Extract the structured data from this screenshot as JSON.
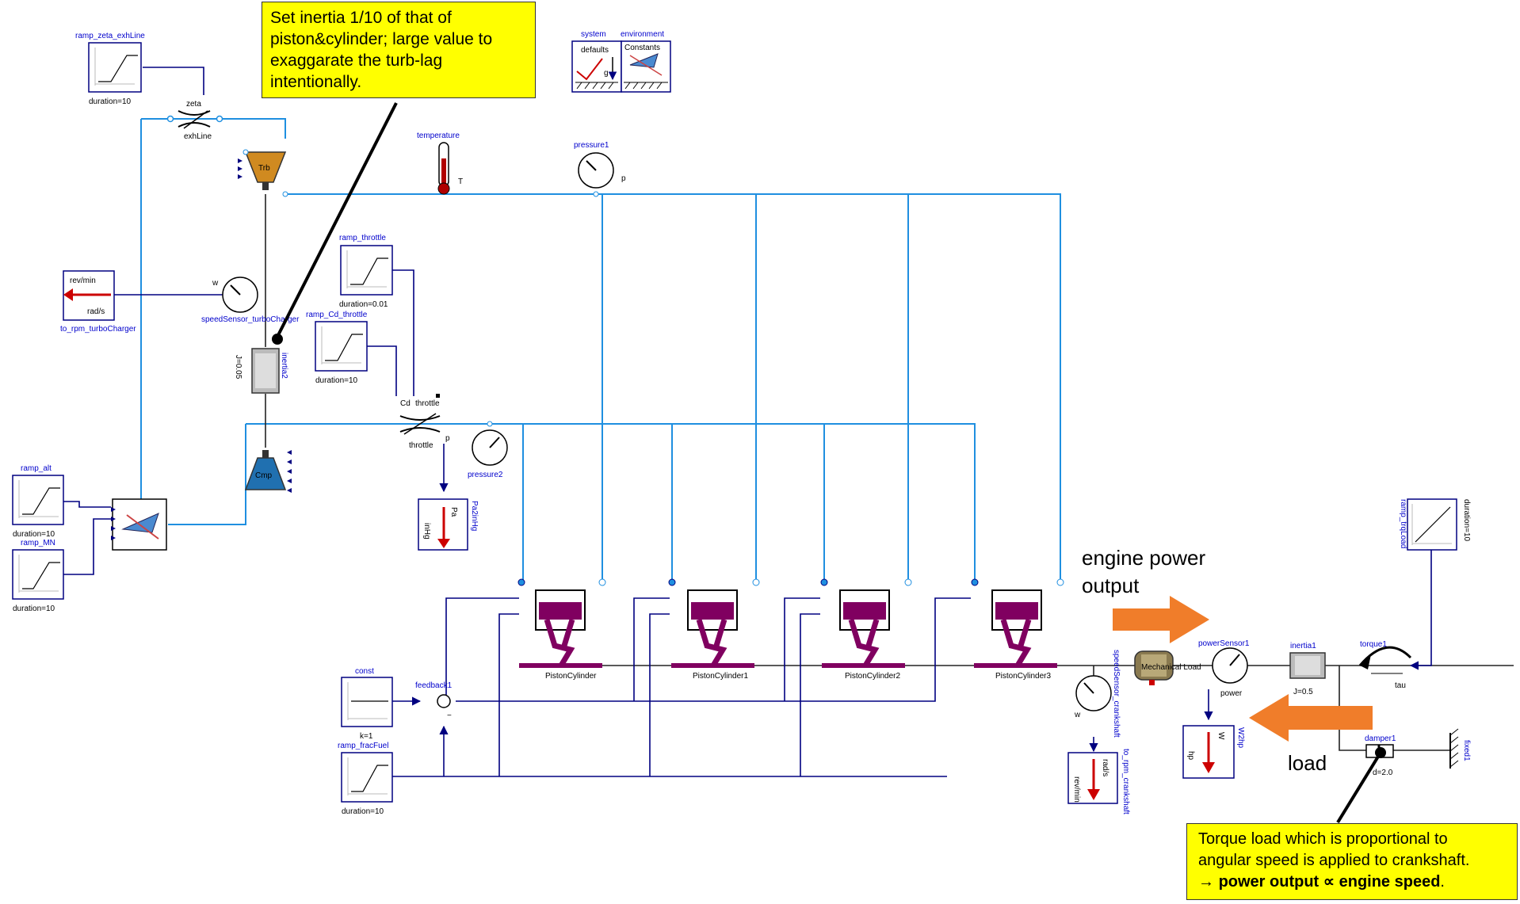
{
  "notes": {
    "inertia": [
      "Set inertia 1/10 of that of",
      "piston&cylinder; large value to",
      "exaggarate the turb-lag",
      "intentionally."
    ],
    "torque_load": {
      "line1": "Torque load which is proportional to",
      "line2": "angular speed is applied to crankshaft.",
      "line3_prefix": "→ ",
      "line3_bold": "power output ∝ engine speed",
      "line3_suffix": "."
    }
  },
  "annotations": {
    "engine_power_1": "engine power",
    "engine_power_2": "output",
    "load": "load"
  },
  "components": {
    "ramp_zeta_exhLine": {
      "name": "ramp_zeta_exhLine",
      "param": "duration=10"
    },
    "zeta_label": "zeta",
    "exhLine_label": "exhLine",
    "system": "system",
    "system_inner": "defaults",
    "system_g": "g",
    "environment": "environment",
    "environment_inner": "Constants",
    "trb_label": "Trb",
    "temperature": "temperature",
    "temperature_port": "T",
    "pressure1": "pressure1",
    "pressure1_port": "p",
    "to_rpm_turbo": {
      "name": "to_rpm_turboCharger",
      "top": "rev/min",
      "bottom": "rad/s"
    },
    "speedSensor_turbo": {
      "name": "speedSensor_turboCharger",
      "port": "w"
    },
    "ramp_throttle": {
      "name": "ramp_throttle",
      "param": "duration=0.01"
    },
    "ramp_Cd_throttle": {
      "name": "ramp_Cd_throttle",
      "param": "duration=10"
    },
    "inertia2": {
      "name": "inertia2",
      "param": "J=0.05"
    },
    "throttle": {
      "name": "throttle",
      "cd": "Cd",
      "thr": "throttle"
    },
    "pressure2": {
      "name": "pressure2",
      "port": "p"
    },
    "cmp_label": "Cmp",
    "pa2inhg": {
      "name": "Pa2inHg",
      "top": "Pa",
      "bottom": "inHg"
    },
    "ramp_alt": {
      "name": "ramp_alt",
      "param": "duration=10"
    },
    "ramp_MN": {
      "name": "ramp_MN",
      "param": "duration=10"
    },
    "pistons": [
      "PistonCylinder",
      "PistonCylinder1",
      "PistonCylinder2",
      "PistonCylinder3"
    ],
    "const": {
      "name": "const",
      "param": "k=1"
    },
    "feedback1": "feedback1",
    "feedback_minus": "−",
    "ramp_fracFuel": {
      "name": "ramp_fracFuel",
      "param": "duration=10"
    },
    "speedSensor_crank": {
      "name": "speedSensor_crankshaft",
      "port": "w"
    },
    "to_rpm_crank": {
      "name": "to_rpm_crankshaft",
      "top": "rad/s",
      "bottom": "rev/min"
    },
    "mech_load": {
      "name": "mechanicalLoad",
      "text": "Mechanical Load"
    },
    "powerSensor1": {
      "name": "powerSensor1",
      "port": "power"
    },
    "W2hp": {
      "name": "W2hp",
      "top": "W",
      "bottom": "hp"
    },
    "inertia1": {
      "name": "inertia1",
      "param": "J=0.5"
    },
    "torque1": {
      "name": "torque1",
      "port": "tau"
    },
    "ramp_trqLoad": {
      "name": "ramp_trqLoad",
      "param": "duration=10"
    },
    "damper1": {
      "name": "damper1",
      "param": "d=2.0"
    },
    "fixed1": "fixed1"
  },
  "colors": {
    "wire_fluid": "#1f8fe0",
    "wire_signal": "#000080",
    "wire_mech": "#222222",
    "note_bg": "#ffff00",
    "arrow_orange": "#f07d2a",
    "label_blue": "#0000cc",
    "piston_purple": "#800060",
    "turbine_orange": "#d08a20",
    "compressor_blue": "#2070b0"
  }
}
